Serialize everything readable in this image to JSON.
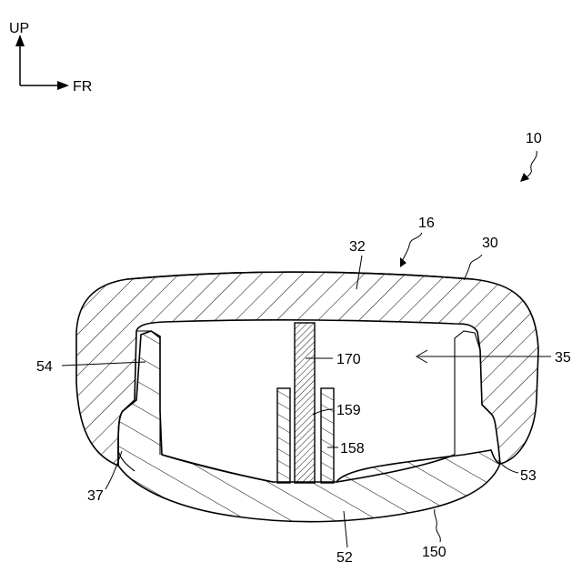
{
  "axes": {
    "up_label": "UP",
    "front_label": "FR"
  },
  "labels": {
    "assembly": "10",
    "cover": "16",
    "upper_part": "30",
    "upper_wall": "32",
    "chamber": "35",
    "step": "37",
    "lower_part": "150",
    "lower_wall": "52",
    "front_rib": "53",
    "rear_rib": "54",
    "slot_holder": "158",
    "slot": "159",
    "plate": "170"
  },
  "colors": {
    "line": "#000000",
    "background": "#ffffff"
  }
}
